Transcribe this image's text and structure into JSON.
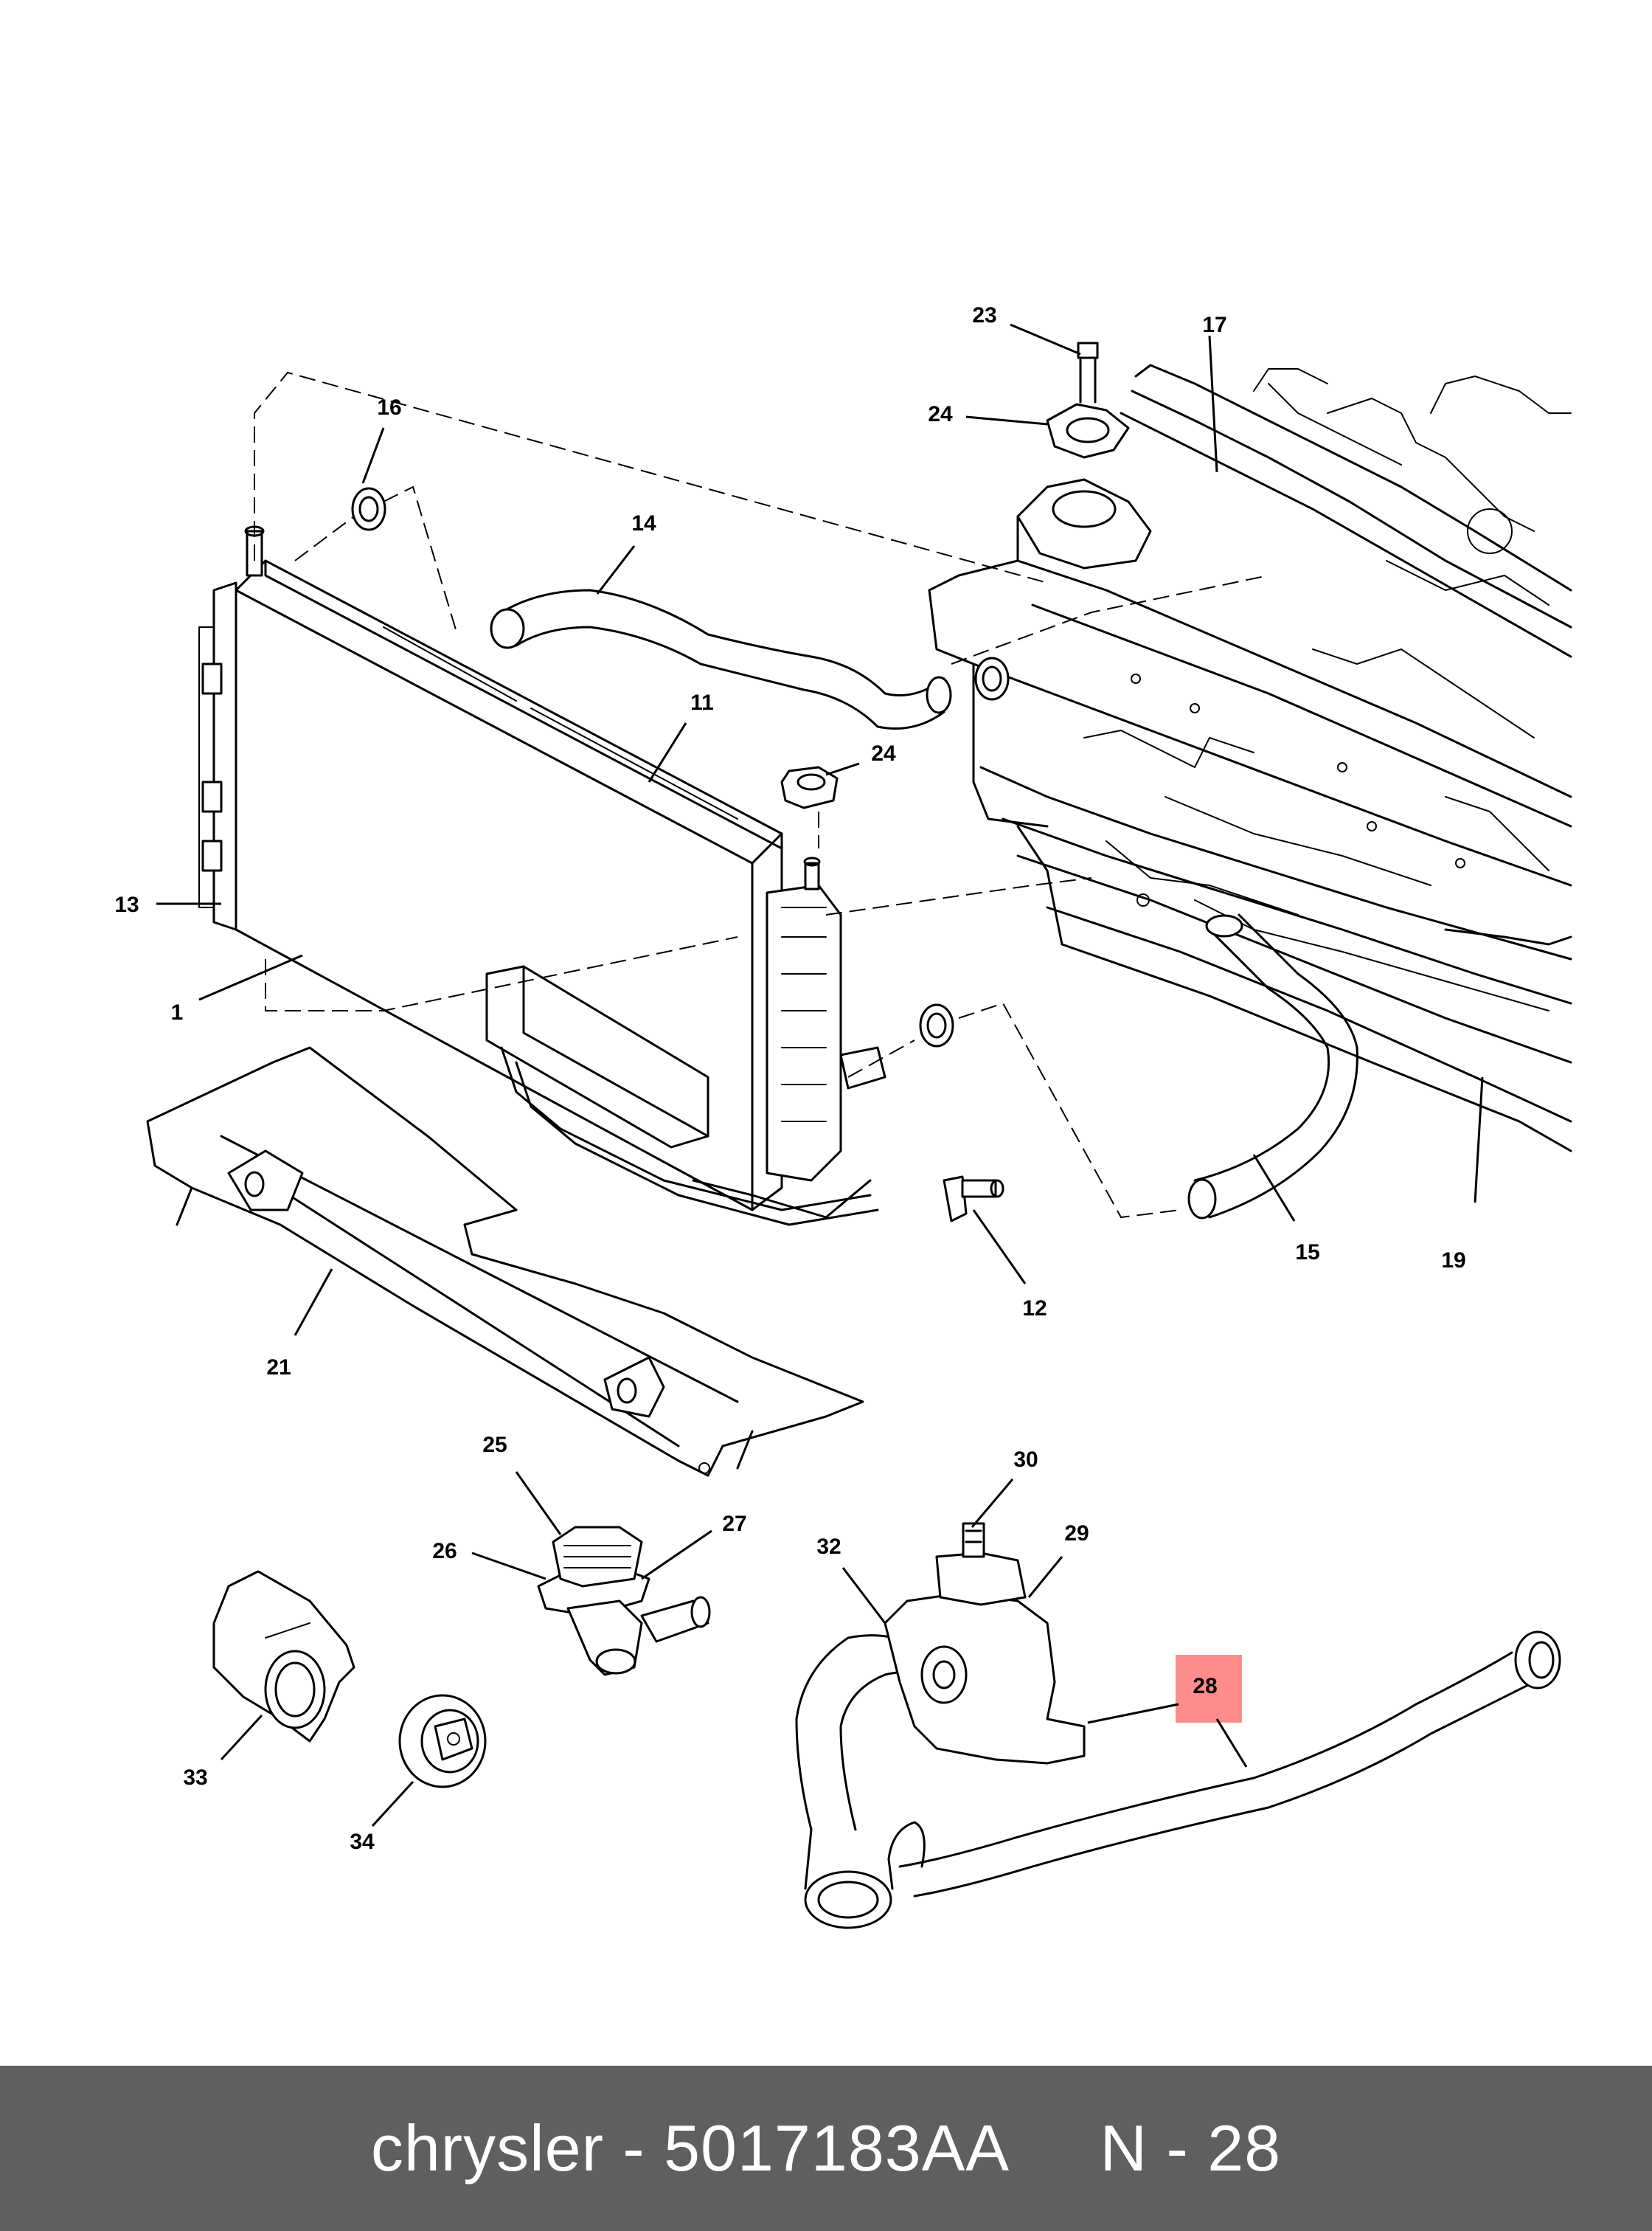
{
  "footer": {
    "caption": "chrysler - 5017183AA     N - 28"
  },
  "callouts": {
    "c1": "1",
    "c11": "11",
    "c12": "12",
    "c13": "13",
    "c14": "14",
    "c15": "15",
    "c16": "16",
    "c17": "17",
    "c19": "19",
    "c21": "21",
    "c23": "23",
    "c24a": "24",
    "c24b": "24",
    "c25": "25",
    "c26": "26",
    "c27": "27",
    "c28": "28",
    "c29": "29",
    "c30": "30",
    "c32": "32",
    "c33": "33",
    "c34": "34"
  },
  "colors": {
    "highlight": "#ff8c8c",
    "footer_bg": "#5f5f5f",
    "footer_text": "#ffffff"
  }
}
